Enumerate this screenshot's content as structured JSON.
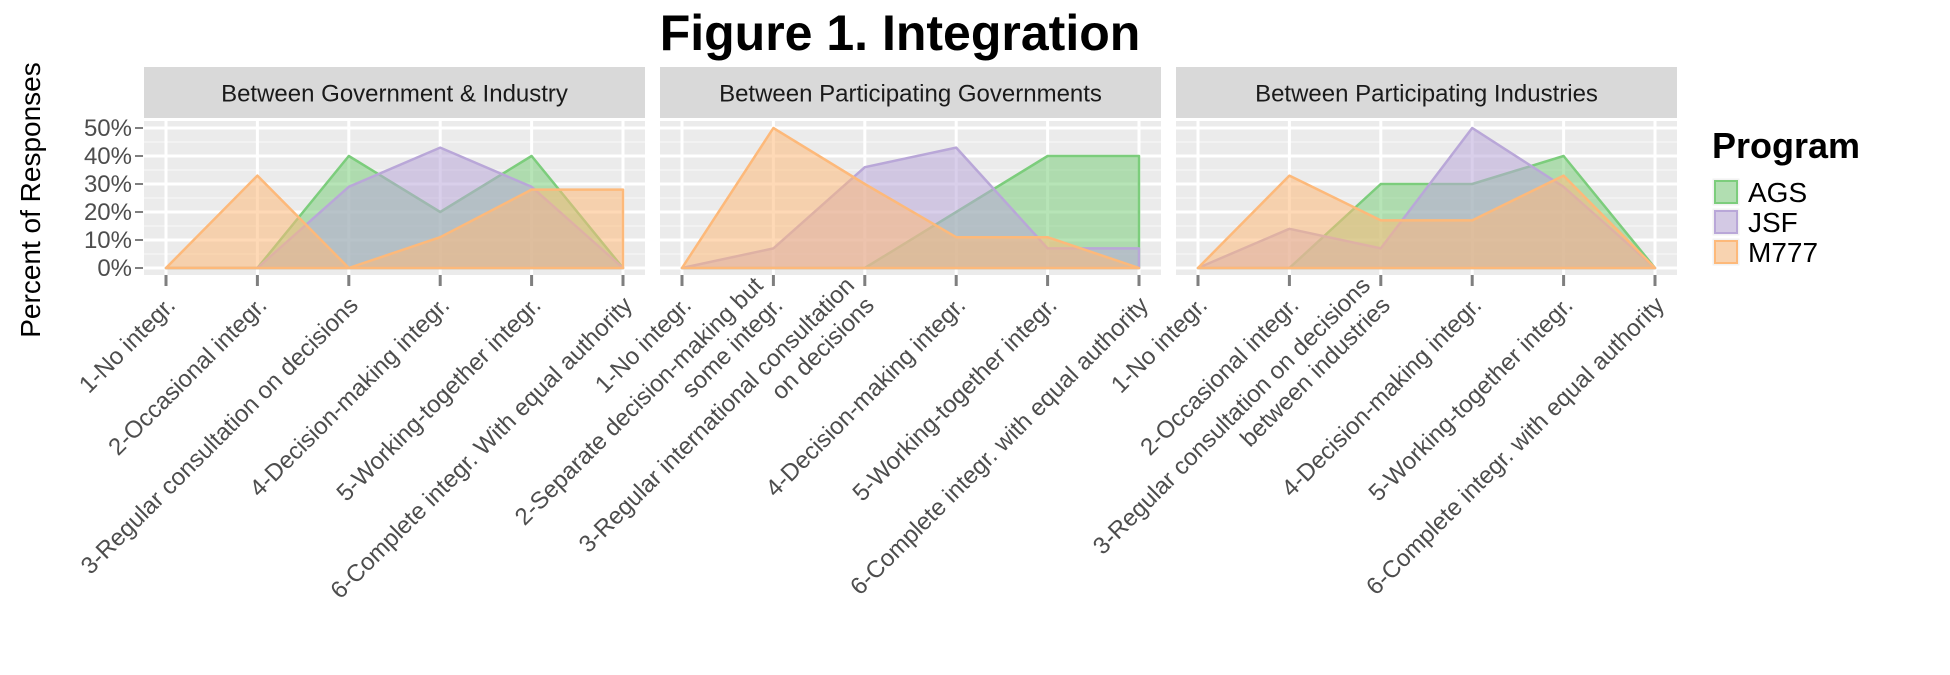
{
  "chart_data": {
    "type": "area",
    "title": "Figure 1.  Integration",
    "ylabel": "Percent of Responses",
    "xlabel": "",
    "ylim": [
      0,
      50
    ],
    "yticks": [
      "0%",
      "10%",
      "20%",
      "30%",
      "40%",
      "50%"
    ],
    "yticks_values": [
      0,
      10,
      20,
      30,
      40,
      50
    ],
    "grid": true,
    "legend": {
      "title": "Program",
      "position": "right",
      "entries": [
        {
          "name": "AGS",
          "color": "#7ccd7c"
        },
        {
          "name": "JSF",
          "color": "#b9a7d8"
        },
        {
          "name": "M777",
          "color": "#fdb97a"
        }
      ]
    },
    "facets": [
      {
        "title": "Between Government & Industry",
        "categories": [
          "1-No integr.",
          "2-Occasional integr.",
          "3-Regular consultation on decisions",
          "4-Decision-making integr.",
          "5-Working-together integr.",
          "6-Complete integr. With equal authority"
        ],
        "series": [
          {
            "name": "AGS",
            "values": [
              0,
              0,
              40,
              20,
              40,
              0
            ]
          },
          {
            "name": "JSF",
            "values": [
              0,
              0,
              29,
              43,
              29,
              0
            ]
          },
          {
            "name": "M777",
            "values": [
              0,
              33,
              0,
              11,
              28,
              28
            ]
          }
        ]
      },
      {
        "title": "Between Participating Governments",
        "categories": [
          "1-No integr.",
          "2-Separate decision-making but\nsome integr.",
          "3-Regular international consultation\non decisions",
          "4-Decision-making integr.",
          "5-Working-together integr.",
          "6-Complete integr. with equal authority"
        ],
        "series": [
          {
            "name": "AGS",
            "values": [
              0,
              0,
              0,
              20,
              40,
              40
            ]
          },
          {
            "name": "JSF",
            "values": [
              0,
              7,
              36,
              43,
              7,
              7
            ]
          },
          {
            "name": "M777",
            "values": [
              0,
              50,
              30,
              11,
              11,
              0
            ]
          }
        ]
      },
      {
        "title": "Between Participating Industries",
        "categories": [
          "1-No integr.",
          "2-Occasional integr.",
          "3-Regular consultation on decisions\nbetween industries",
          "4-Decision-making integr.",
          "5-Working-together integr.",
          "6-Complete integr. with equal authority"
        ],
        "series": [
          {
            "name": "AGS",
            "values": [
              0,
              0,
              30,
              30,
              40,
              0
            ]
          },
          {
            "name": "JSF",
            "values": [
              0,
              14,
              7,
              50,
              29,
              0
            ]
          },
          {
            "name": "M777",
            "values": [
              0,
              33,
              17,
              17,
              33,
              0
            ]
          }
        ]
      }
    ]
  }
}
